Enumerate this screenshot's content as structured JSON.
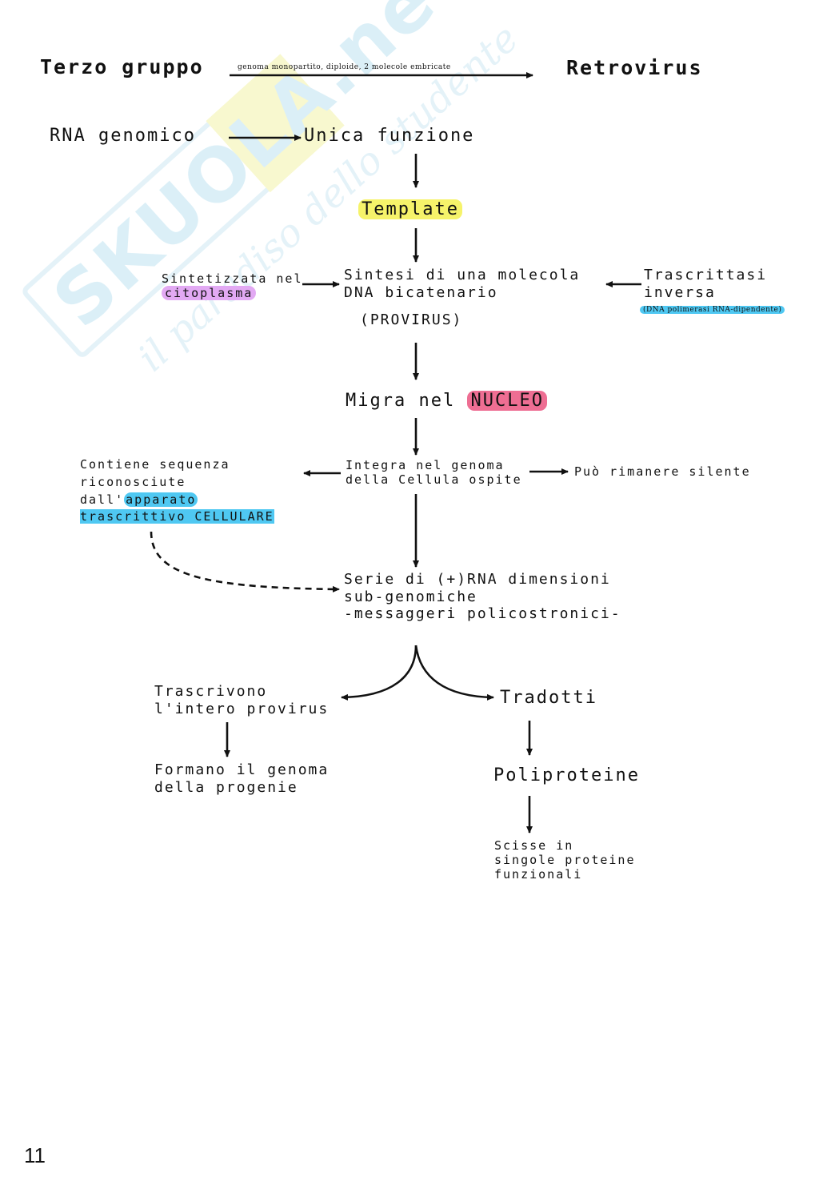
{
  "watermark": {
    "brand": "SKUOLA.net",
    "tagline": "il paradiso dello studente"
  },
  "header": {
    "left": "Terzo gruppo",
    "right": "Retrovirus",
    "arrow_label": "genoma monopartito, diploide, 2 molecole embricate"
  },
  "nodes": {
    "rna_genomico": "RNA genomico",
    "unica_funzione": "Unica funzione",
    "template": "Template",
    "sintesi": [
      "Sintesi di una molecola",
      "DNA bicatenario"
    ],
    "provirus": "(PROVIRUS)",
    "sintetizzata": "Sintetizzata nel",
    "citoplasma": "citoplasma",
    "trascrittasi": [
      "Trascrittasi",
      "inversa"
    ],
    "dna_polimerasi": "(DNA polimerasi RNA-dipendente)",
    "migra": "Migra nel",
    "nucleo": "NUCLEO",
    "integra": [
      "Integra nel genoma",
      "della Cellula ospite"
    ],
    "silente": "Può rimanere silente",
    "contiene": [
      "Contiene sequenza",
      "riconosciute",
      "dall'"
    ],
    "apparato": "apparato",
    "trascrittivo": "trascrittivo CELLULARE",
    "serie": [
      "Serie di (+)RNA dimensioni",
      "sub-genomiche",
      "-messaggeri policostronici-"
    ],
    "trascrivono": [
      "Trascrivono",
      "l'intero provirus"
    ],
    "tradotti": "Tradotti",
    "formano": [
      "Formano il genoma",
      "della progenie"
    ],
    "poliproteine": "Poliproteine",
    "scisse": [
      "Scisse in",
      "singole proteine",
      "funzionali"
    ]
  },
  "footer": {
    "page_number": "11"
  },
  "colors": {
    "yellow": "#f6f36a",
    "purple": "#e2a9f3",
    "pink": "#ee6e93",
    "blue": "#4fc8f2",
    "watermark": "#cfe8f3"
  }
}
